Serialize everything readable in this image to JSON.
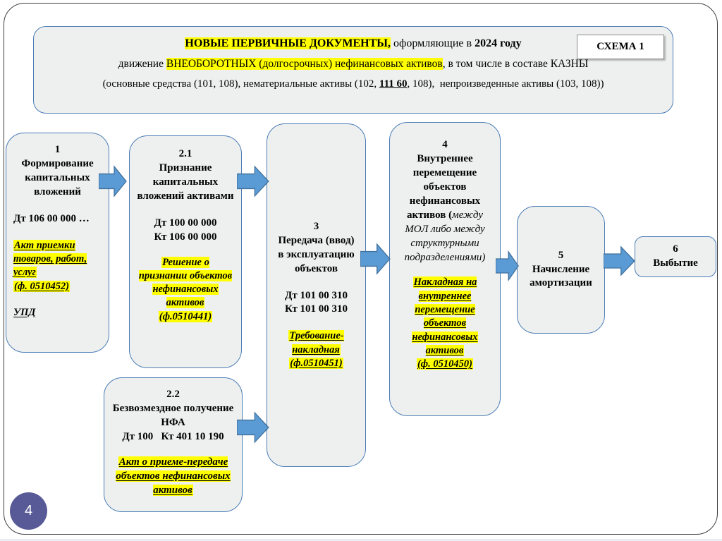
{
  "slide": {
    "page_number": "4"
  },
  "header": {
    "schema_label": "СХЕМА 1",
    "line1": {
      "hl": "НОВЫЕ ПЕРВИЧНЫЕ ДОКУМЕНТЫ,",
      "mid": " оформляющие в ",
      "bold": "2024 году"
    },
    "line2": {
      "pre": "движение ",
      "hl": "ВНЕОБОРОТНЫХ (долгосрочных) нефинансовых активов",
      "post": ", в том числе в составе КАЗНЫ"
    },
    "line3": {
      "pre": "(основные средства (101, 108), нематериальные активы (102, ",
      "underlined": "111 60",
      "post": ", 108),  непроизведенные активы (103, 108))"
    }
  },
  "boxes": {
    "b1": {
      "number": "1",
      "title": "Формирование капитальных вложений",
      "posting": "Дт 106 00 000 …",
      "doc": "Акт приемки товаров, работ, услуг",
      "form": "(ф. 0510452)",
      "extra_doc": "УПД"
    },
    "b21": {
      "number": "2.1",
      "title": "Признание капитальных вложений активами",
      "posting1": "Дт 100 00 000",
      "posting2": "Кт 106 00 000",
      "doc": "Решение о признании объектов нефинансовых активов",
      "form": "(ф.0510441)"
    },
    "b22": {
      "number": "2.2",
      "title": "Безвозмездное получение НФА",
      "posting": "Дт 100   Кт 401 10 190",
      "doc": "Акт о приеме-передаче объектов нефинансовых активов"
    },
    "b3": {
      "number": "3",
      "title": "Передача (ввод) в эксплуатацию объектов",
      "posting1": "Дт 101 00 310",
      "posting2": "Кт 101 00 310",
      "doc": "Требование-накладная",
      "form": "(ф.0510451)"
    },
    "b4": {
      "number": "4",
      "title_bold": "Внутреннее перемещение объектов нефинансовых активов (",
      "title_italic": "между МОЛ либо между структурными подразделениями)",
      "doc": "Накладная на внутреннее перемещение объектов нефинансовых активов",
      "form": "(ф. 0510450)"
    },
    "b5": {
      "number": "5",
      "title": "Начисление амортизации"
    },
    "b6": {
      "number": "6",
      "title": "Выбытие"
    }
  },
  "colors": {
    "arrow_fill": "#5b9bd5",
    "arrow_stroke": "#41719c",
    "box_fill": "#eef0ef",
    "box_border": "#4a7cb5",
    "highlight": "#ffff00",
    "page_circle": "#575a96"
  }
}
